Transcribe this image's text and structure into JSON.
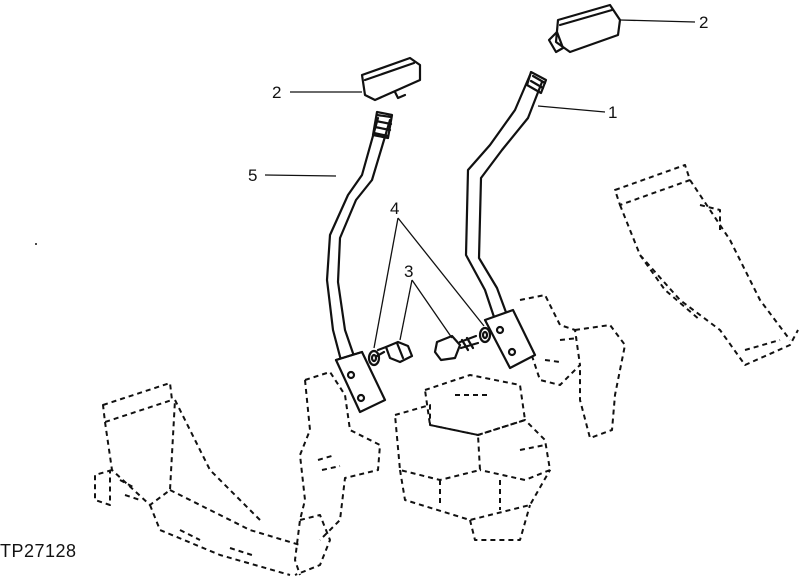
{
  "callouts": {
    "lever_right": "1",
    "knob_top_right": "2",
    "knob_top_left": "2",
    "cap_screw": "3",
    "washer": "4",
    "lever_left": "5"
  },
  "figure_id": "TP27128"
}
